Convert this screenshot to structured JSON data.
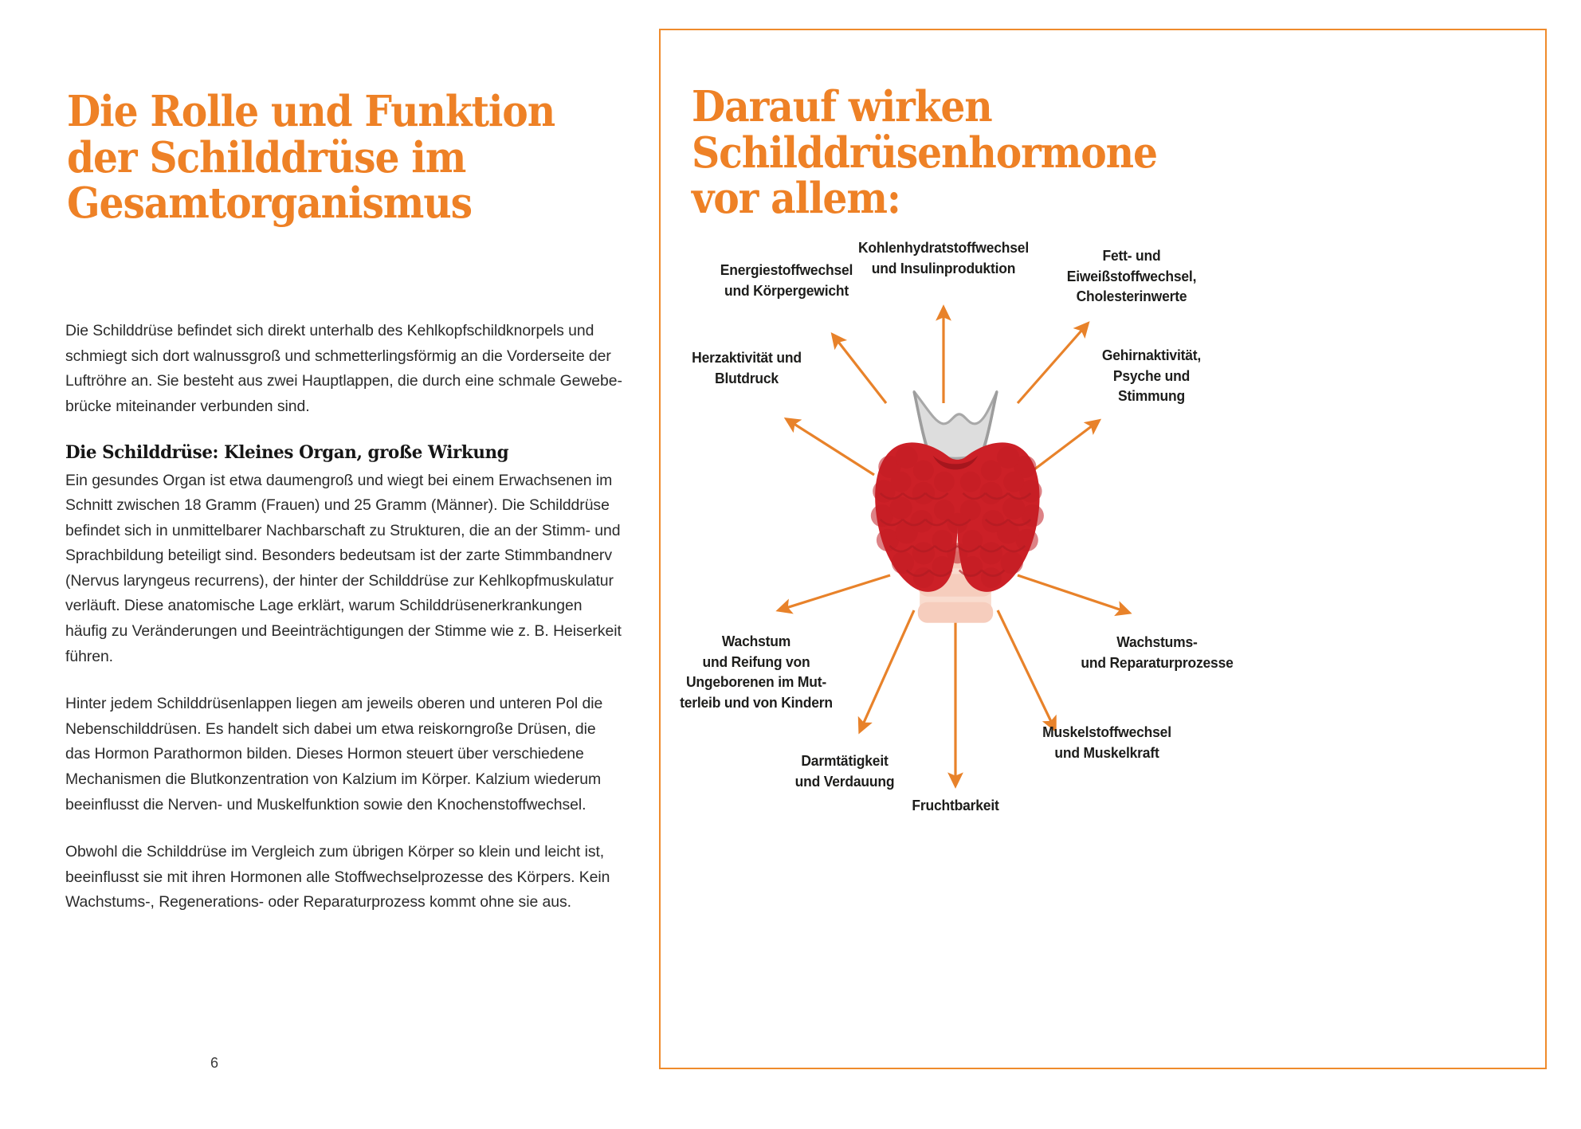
{
  "left_page": {
    "title_lines": [
      "Die Rolle und Funktion",
      "der Schilddrüse im",
      "Gesamtorganismus"
    ],
    "paragraph_1": "Die Schilddrüse befindet sich direkt unterhalb des Kehlkopfschildknorpels und schmiegt sich dort walnussgroß und schmetterlingsförmig an die Vorderseite der Luftröhre an. Sie besteht aus zwei Hauptlappen, die durch eine schmale Gewebe-brücke miteinander verbunden sind.",
    "section_heading": "Die Schilddrüse: Kleines Organ, große Wirkung",
    "paragraph_2": "Ein gesundes Organ ist etwa daumengroß und wiegt bei einem Erwachsenen im Schnitt zwischen 18 Gramm (Frauen) und 25 Gramm (Männer). Die Schilddrüse befindet sich in unmittelbarer Nachbarschaft zu Strukturen, die an der Stimm- und Sprachbildung beteiligt sind. Besonders bedeutsam ist der zarte Stimmbandnerv (Nervus laryngeus recurrens), der hinter der Schilddrüse zur Kehlkopfmuskulatur verläuft. Diese anatomische Lage erklärt, warum Schilddrüsenerkrankungen häufig zu Veränderungen und Beeinträchtigungen der Stimme wie z. B. Heiserkeit führen.",
    "paragraph_3": "Hinter jedem Schilddrüsenlappen liegen am jeweils oberen und unteren Pol die Nebenschilddrüsen. Es handelt sich dabei um etwa reiskorngroße Drüsen, die das Hormon Parathormon bilden. Dieses Hormon steuert über verschiedene Mechanismen die Blutkonzentration von Kalzium im Körper. Kalzium wiederum beeinflusst die Nerven- und Muskelfunktion sowie den Knochenstoffwechsel.",
    "paragraph_4": "Obwohl die Schilddrüse im Vergleich zum übrigen Körper so klein und leicht ist, beeinflusst sie mit ihren Hormonen alle Stoffwechselprozesse des Körpers. Kein Wachstums-, Regenerations- oder Reparaturprozess kommt ohne sie aus.",
    "page_number": "6"
  },
  "right_page": {
    "title_lines": [
      "Darauf wirken",
      "Schilddrüsenhormone",
      "vor allem:"
    ],
    "diagram": {
      "center_illustration": "thyroid-gland-illustration",
      "labels": [
        {
          "id": "energiestoffwechsel",
          "lines": [
            "Energiestoffwechsel",
            "und Körpergewicht"
          ]
        },
        {
          "id": "kohlenhydratstoffwechsel",
          "lines": [
            "Kohlenhydratstoffwechsel",
            "und Insulinproduktion"
          ]
        },
        {
          "id": "fett-und-eiweiss",
          "lines": [
            "Fett- und",
            "Eiweißstoffwechsel,",
            "Cholesterinwerte"
          ]
        },
        {
          "id": "herzaktivitaet",
          "lines": [
            "Herzaktivität und",
            "Blutdruck"
          ]
        },
        {
          "id": "gehirnaktivitaet",
          "lines": [
            "Gehirnaktivität,",
            "Psyche und",
            "Stimmung"
          ]
        },
        {
          "id": "wachstum-reifung",
          "lines": [
            "Wachstum",
            "und Reifung von",
            "Ungeborenen im Mut-",
            "terleib und von Kindern"
          ]
        },
        {
          "id": "wachstums-reparatur",
          "lines": [
            "Wachstums-",
            "und Reparaturprozesse"
          ]
        },
        {
          "id": "darmtaetigkeit",
          "lines": [
            "Darmtätigkeit",
            "und Verdauung"
          ]
        },
        {
          "id": "muskelstoffwechsel",
          "lines": [
            "Muskelstoffwechsel",
            "und Muskelkraft"
          ]
        },
        {
          "id": "fruchtbarkeit",
          "lines": [
            "Fruchtbarkeit"
          ]
        }
      ]
    }
  },
  "colors": {
    "accent_orange": "#ee8126",
    "frame_orange": "#ef8b2c",
    "arrow_orange": "#e8822a",
    "body_text": "#2b2b2b",
    "label_text": "#1d1d1b",
    "gland_red": "#cc2027",
    "gland_red_dark": "#b01b22",
    "cartilage_grey": "#dddddd",
    "cartilage_outline": "#9d9d9d",
    "trachea_pink": "#f6cdbd",
    "trachea_pink_light": "#fbe3d8"
  }
}
